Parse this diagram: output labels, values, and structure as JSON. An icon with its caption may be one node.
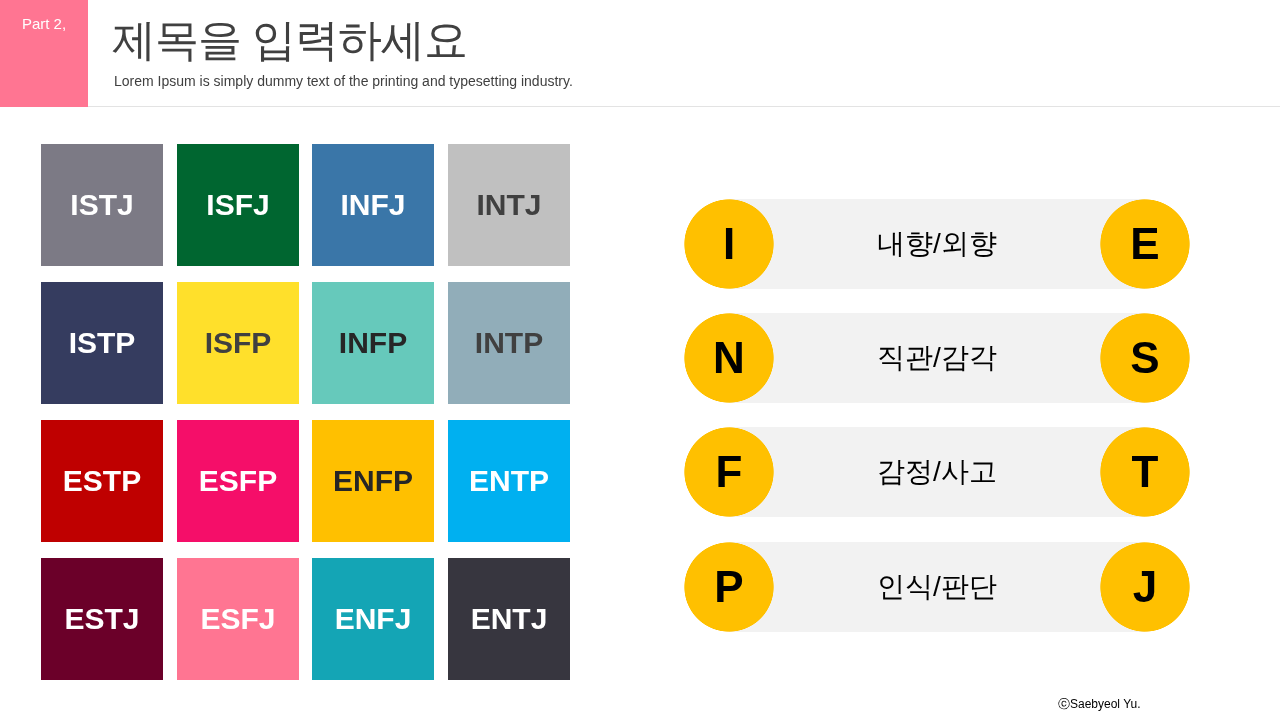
{
  "diagram": {
    "title": "제목을 입력하세요",
    "nodes": [
      {
        "text": [
          "Part 2,"
        ]
      },
      {
        "text": [
          "ISTJ"
        ]
      },
      {
        "text": [
          "ISFJ"
        ]
      },
      {
        "text": [
          "INFJ"
        ]
      },
      {
        "text": [
          "INTJ"
        ]
      },
      {
        "text": [
          "ISTP"
        ]
      },
      {
        "text": [
          "ISFP"
        ]
      },
      {
        "text": [
          "INFP"
        ]
      },
      {
        "text": [
          "INTP"
        ]
      },
      {
        "text": [
          "ESTP"
        ]
      },
      {
        "text": [
          "ESFP"
        ]
      },
      {
        "text": [
          "ENFP"
        ]
      },
      {
        "text": [
          "ENTP"
        ]
      },
      {
        "text": [
          "ESTJ"
        ]
      },
      {
        "text": [
          "ESFJ"
        ]
      },
      {
        "text": [
          "ENFJ"
        ]
      },
      {
        "text": [
          "ENTJ"
        ]
      },
      {
        "text": [
          "I"
        ]
      },
      {
        "text": [
          "내향/외향"
        ]
      },
      {
        "text": [
          "E"
        ]
      },
      {
        "text": [
          "N"
        ]
      },
      {
        "text": [
          "직관/감각"
        ]
      },
      {
        "text": [
          "S"
        ]
      },
      {
        "text": [
          "F"
        ]
      },
      {
        "text": [
          "감정/사고"
        ]
      },
      {
        "text": [
          "T"
        ]
      },
      {
        "text": [
          "P"
        ]
      },
      {
        "text": [
          "인식/판단"
        ]
      },
      {
        "text": [
          "J"
        ]
      }
    ],
    "labels": [
      "Lorem Ipsum is simply dummy text of the printing and typesetting industry.",
      "ⓒSaebyeol Yu."
    ]
  }
}
